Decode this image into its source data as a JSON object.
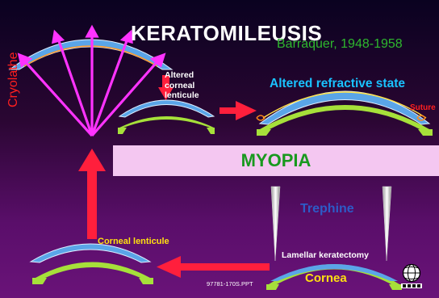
{
  "title": "KERATOMILEUSIS",
  "credit": "Barraquer, 1948-1958",
  "labels": {
    "cryolathe": "Cryolathe",
    "altered_lenticule": "Altered\ncorneal\nlenticule",
    "altered_refractive_state": "Altered refractive state",
    "suture": "Suture",
    "myopia": "MYOPIA",
    "trephine": "Trephine",
    "corneal_lenticule": "Corneal lenticule",
    "lamellar_keratectomy": "Lamellar keratectomy",
    "cornea": "Cornea",
    "slide_code": "97781-170S.PPT"
  },
  "colors": {
    "cornea_blue": "#5aa5e8",
    "cornea_green": "#a6e03a",
    "arrow_red": "#ff1f3c",
    "magenta_ray": "#ff33ff",
    "myopia_band": "#f4c7f1"
  },
  "icons": [
    "globe-logo-icon"
  ]
}
